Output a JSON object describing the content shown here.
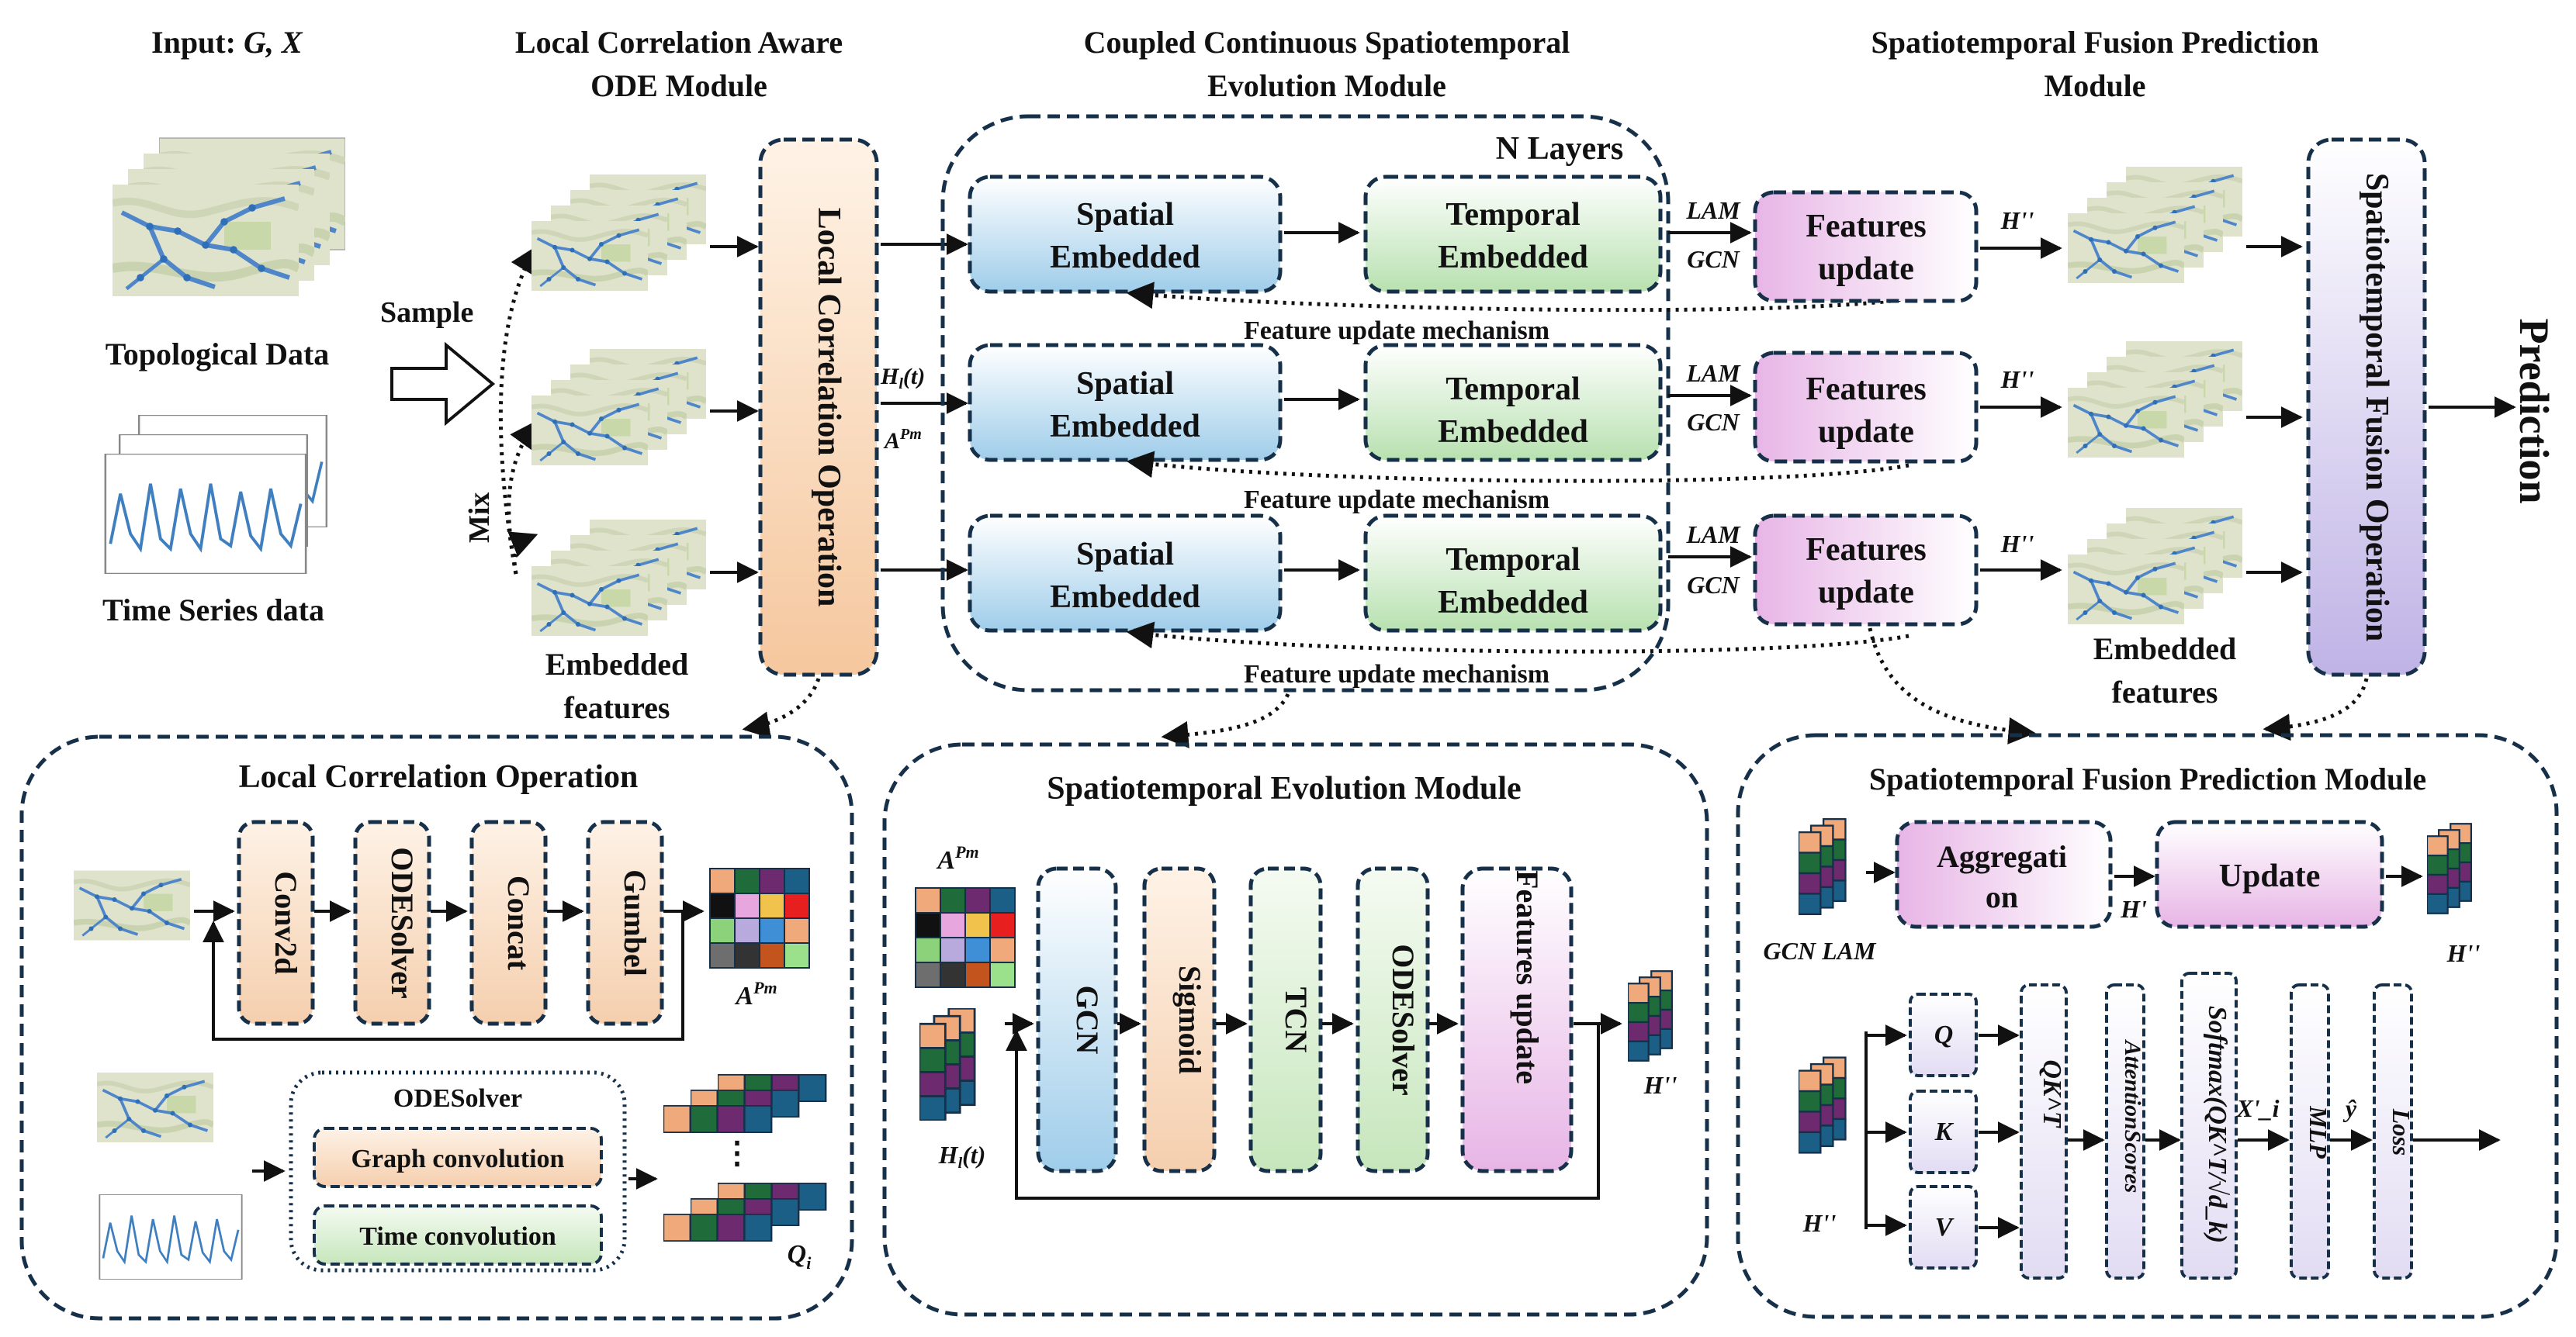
{
  "titles": {
    "input": "Input:",
    "input_math": "G, X",
    "local_module_l1": "Local Correlation Aware",
    "local_module_l2": "ODE Module",
    "coupled_l1": "Coupled Continuous Spatiotemporal",
    "coupled_l2": "Evolution Module",
    "fusion_l1": "Spatiotemporal Fusion Prediction",
    "fusion_l2": "Module"
  },
  "input_panel": {
    "topological": "Topological Data",
    "time_series": "Time Series data",
    "sample": "Sample",
    "mix": "Mix"
  },
  "local_module": {
    "embedded_l1": "Embedded",
    "embedded_l2": "features",
    "operation": "Local Correlation Operation",
    "h_label": "H_l(t)",
    "a_label": "A^Pm"
  },
  "coupled_module": {
    "n_layers": "N Layers",
    "spatial_l1": "Spatial",
    "spatial_l2": "Embedded",
    "temporal_l1": "Temporal",
    "temporal_l2": "Embedded",
    "mechanism": "Feature update mechanism"
  },
  "fusion_module": {
    "lam": "LAM",
    "gcn": "GCN",
    "features_l1": "Features",
    "features_l2": "update",
    "h2": "H''",
    "fusion_op": "Spatiotemporal Fusion Operation",
    "prediction": "Prediction",
    "embedded_l1": "Embedded",
    "embedded_l2": "features"
  },
  "lco_detail": {
    "title": "Local Correlation Operation",
    "steps": [
      "Conv2d",
      "ODESolver",
      "Concat",
      "Gumbel"
    ],
    "apm": "A^Pm",
    "solver_title": "ODESolver",
    "graph_conv": "Graph convolution",
    "time_conv": "Time convolution",
    "qi": "Q_i"
  },
  "ste_detail": {
    "title": "Spatiotemporal Evolution Module",
    "apm": "A^Pm",
    "hl": "H_l(t)",
    "steps": [
      "GCN",
      "Sigmoid",
      "TCN",
      "ODESolver",
      "Features update"
    ],
    "out": "H''"
  },
  "sfp_detail": {
    "title": "Spatiotemporal Fusion Prediction Module",
    "aggregation_l1": "Aggregati",
    "aggregation_l2": "on",
    "update": "Update",
    "gcn_lam": "GCN LAM",
    "h1": "H'",
    "h2_top": "H''",
    "h2_bottom": "H''",
    "q": "Q",
    "k": "K",
    "v": "V",
    "qkt": "QK^T",
    "attention": "AttentionScores",
    "softmax": "Softmax(QK^T/√d_k)",
    "xi": "X'_i",
    "mlp": "MLP",
    "yhat": "ŷ",
    "loss": "Loss"
  },
  "colors": {
    "stroke": "#17304a",
    "orange": "#f5c79e",
    "blue": "#9fcdea",
    "green": "#b8e1b0",
    "pink": "#e7b5e6",
    "purple": "#bfb3e6",
    "cell_orange": "#f0a97a",
    "cell_green": "#1f6b3a",
    "cell_purple": "#6e2a6e",
    "cell_blue": "#1c5f86"
  }
}
